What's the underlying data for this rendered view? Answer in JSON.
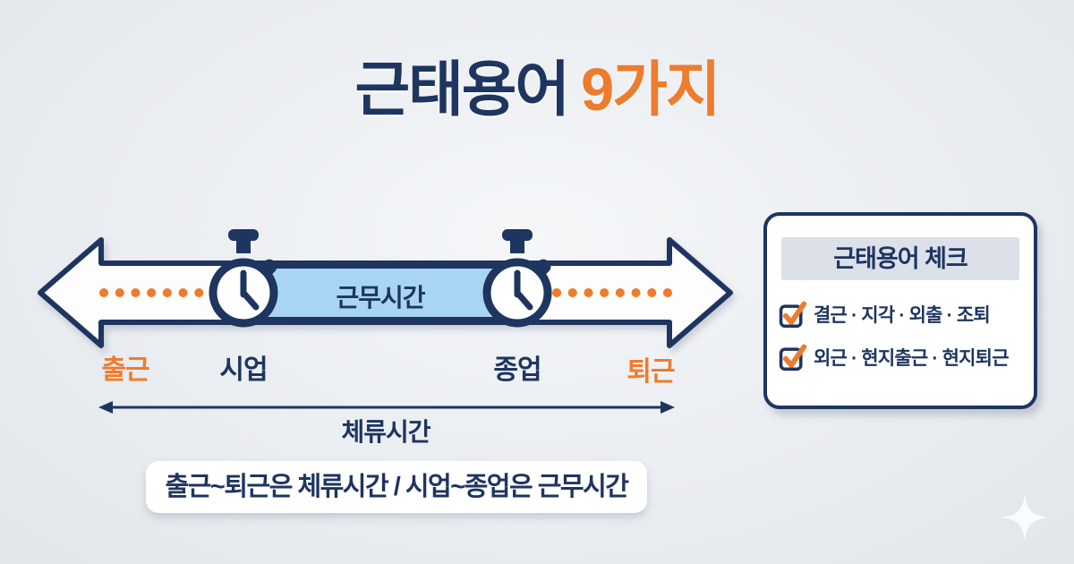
{
  "title": {
    "main": "근태용어",
    "highlight": "9가지"
  },
  "colors": {
    "navy": "#1e3560",
    "orange": "#ee7c2d",
    "band_blue": "#a9d5f5",
    "background": "#e9edf0",
    "panel_header_bg": "#dce0e9",
    "white": "#ffffff"
  },
  "timeline": {
    "left_outer_label": "출근",
    "left_inner_label": "시업",
    "band_label": "근무시간",
    "right_inner_label": "종업",
    "right_outer_label": "퇴근",
    "span_label": "체류시간",
    "icons": [
      "stopwatch-icon",
      "stopwatch-icon"
    ]
  },
  "caption": "출근~퇴근은 체류시간 / 시업~종업은 근무시간",
  "panel": {
    "title": "근태용어 체크",
    "items": [
      {
        "icon": "checkbox-checked-icon",
        "label": "결근 · 지각 · 외출 · 조퇴"
      },
      {
        "icon": "checkbox-checked-icon",
        "label": "외근 · 현지출근 · 현지퇴근"
      }
    ]
  }
}
